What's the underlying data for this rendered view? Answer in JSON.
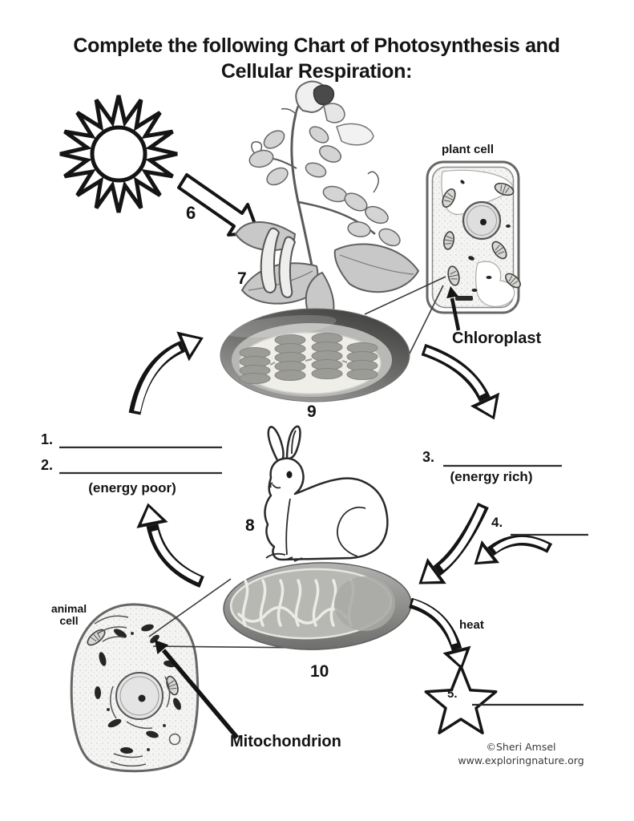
{
  "title": {
    "line1": "Complete the following Chart of Photosynthesis and",
    "line2": "Cellular Respiration:"
  },
  "steps": {
    "n6": "6",
    "n7": "7",
    "n8": "8",
    "n9": "9",
    "n10": "10"
  },
  "blanks": {
    "b1": "1.",
    "b2": "2.",
    "b3": "3.",
    "b4": "4.",
    "b5": "5."
  },
  "labels": {
    "plant_cell": "plant cell",
    "chloroplast": "Chloroplast",
    "animal_cell_line1": "animal",
    "animal_cell_line2": "cell",
    "mitochondrion": "Mitochondrion",
    "heat": "heat",
    "energy_poor": "(energy poor)",
    "energy_rich": "(energy rich)"
  },
  "credit": {
    "line1": "©Sheri Amsel",
    "line2": "www.exploringnature.org"
  },
  "illustrations": {
    "sun": "sun-icon",
    "plant": "pea-plant-illustration",
    "plant_cell": "plant-cell-illustration",
    "chloroplast": "chloroplast-organelle-illustration",
    "rabbit": "rabbit-illustration",
    "mitochondrion": "mitochondrion-organelle-illustration",
    "animal_cell": "animal-cell-illustration",
    "heat_star": "heat-star-shape",
    "arrows": "block-arrow-icons"
  },
  "colors": {
    "ink": "#141414",
    "illustration_gray": "#8f8f8f",
    "light_gray": "#d6d6d6",
    "credit_text": "#3a3a3a",
    "paper": "#ffffff"
  }
}
